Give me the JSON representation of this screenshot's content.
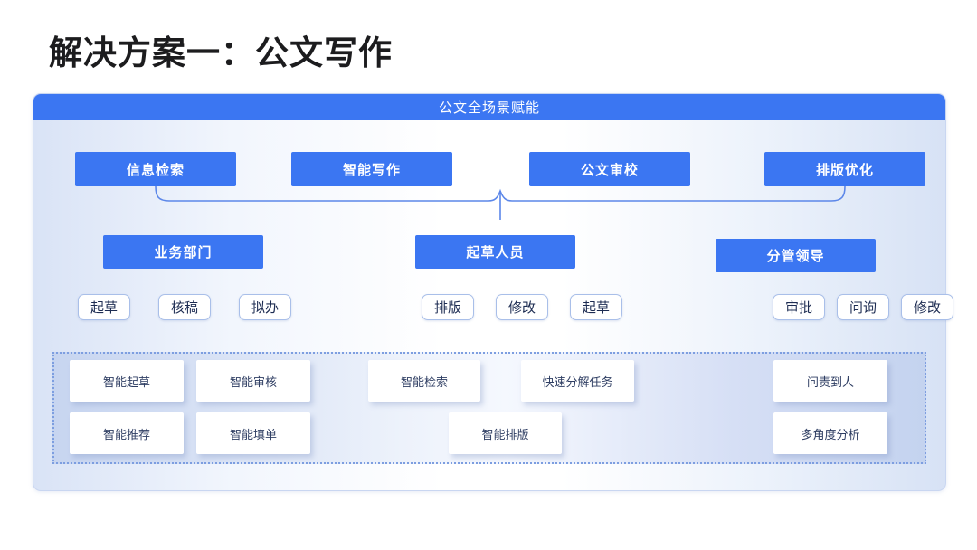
{
  "page": {
    "title": "解决方案一：公文写作"
  },
  "panel": {
    "header": "公文全场景赋能",
    "capabilities": [
      "信息检索",
      "智能写作",
      "公文审校",
      "排版优化"
    ],
    "roles": [
      {
        "name": "业务部门",
        "tasks": [
          "起草",
          "核稿",
          "拟办"
        ]
      },
      {
        "name": "起草人员",
        "tasks": [
          "排版",
          "修改",
          "起草"
        ]
      },
      {
        "name": "分管领导",
        "tasks": [
          "审批",
          "问询",
          "修改"
        ]
      }
    ],
    "features": {
      "row1": [
        "智能起草",
        "智能审核",
        "智能检索",
        "快速分解任务",
        "问责到人"
      ],
      "row2": [
        "智能推荐",
        "智能填单",
        "智能排版",
        "多角度分析"
      ]
    },
    "colors": {
      "accent_blue": "#3b76f2",
      "brace_line": "#5c87e9",
      "chip_border": "#a9bfe9",
      "chip_text": "#1d2c52",
      "card_text": "#2f3e63",
      "panel_edge_tint": "#d9e3f6",
      "dotted_border": "#7d9ee0"
    }
  }
}
